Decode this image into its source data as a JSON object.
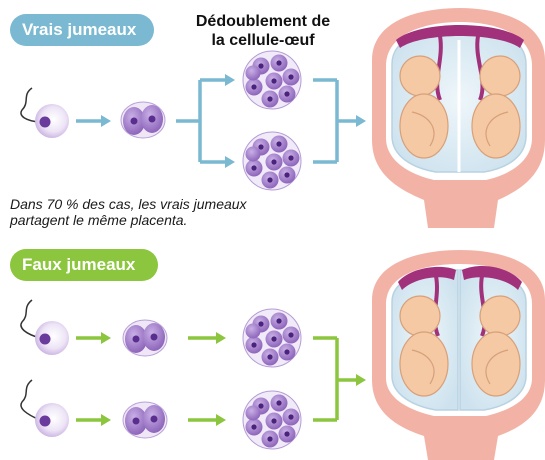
{
  "identical": {
    "badge_label": "Vrais jumeaux",
    "heading_line1": "Dédoublement de",
    "heading_line2": "la cellule-œuf",
    "note_line1": "Dans 70 % des cas, les vrais jumeaux",
    "note_line2": "partagent le même placenta.",
    "accent_color": "#7ab9d1"
  },
  "fraternal": {
    "badge_label": "Faux jumeaux",
    "accent_color": "#8cc63e"
  },
  "icons": [
    "sperm-icon",
    "egg-cell-icon",
    "two-cell-embryo-icon",
    "morula-icon",
    "uterus-twins-icon"
  ]
}
